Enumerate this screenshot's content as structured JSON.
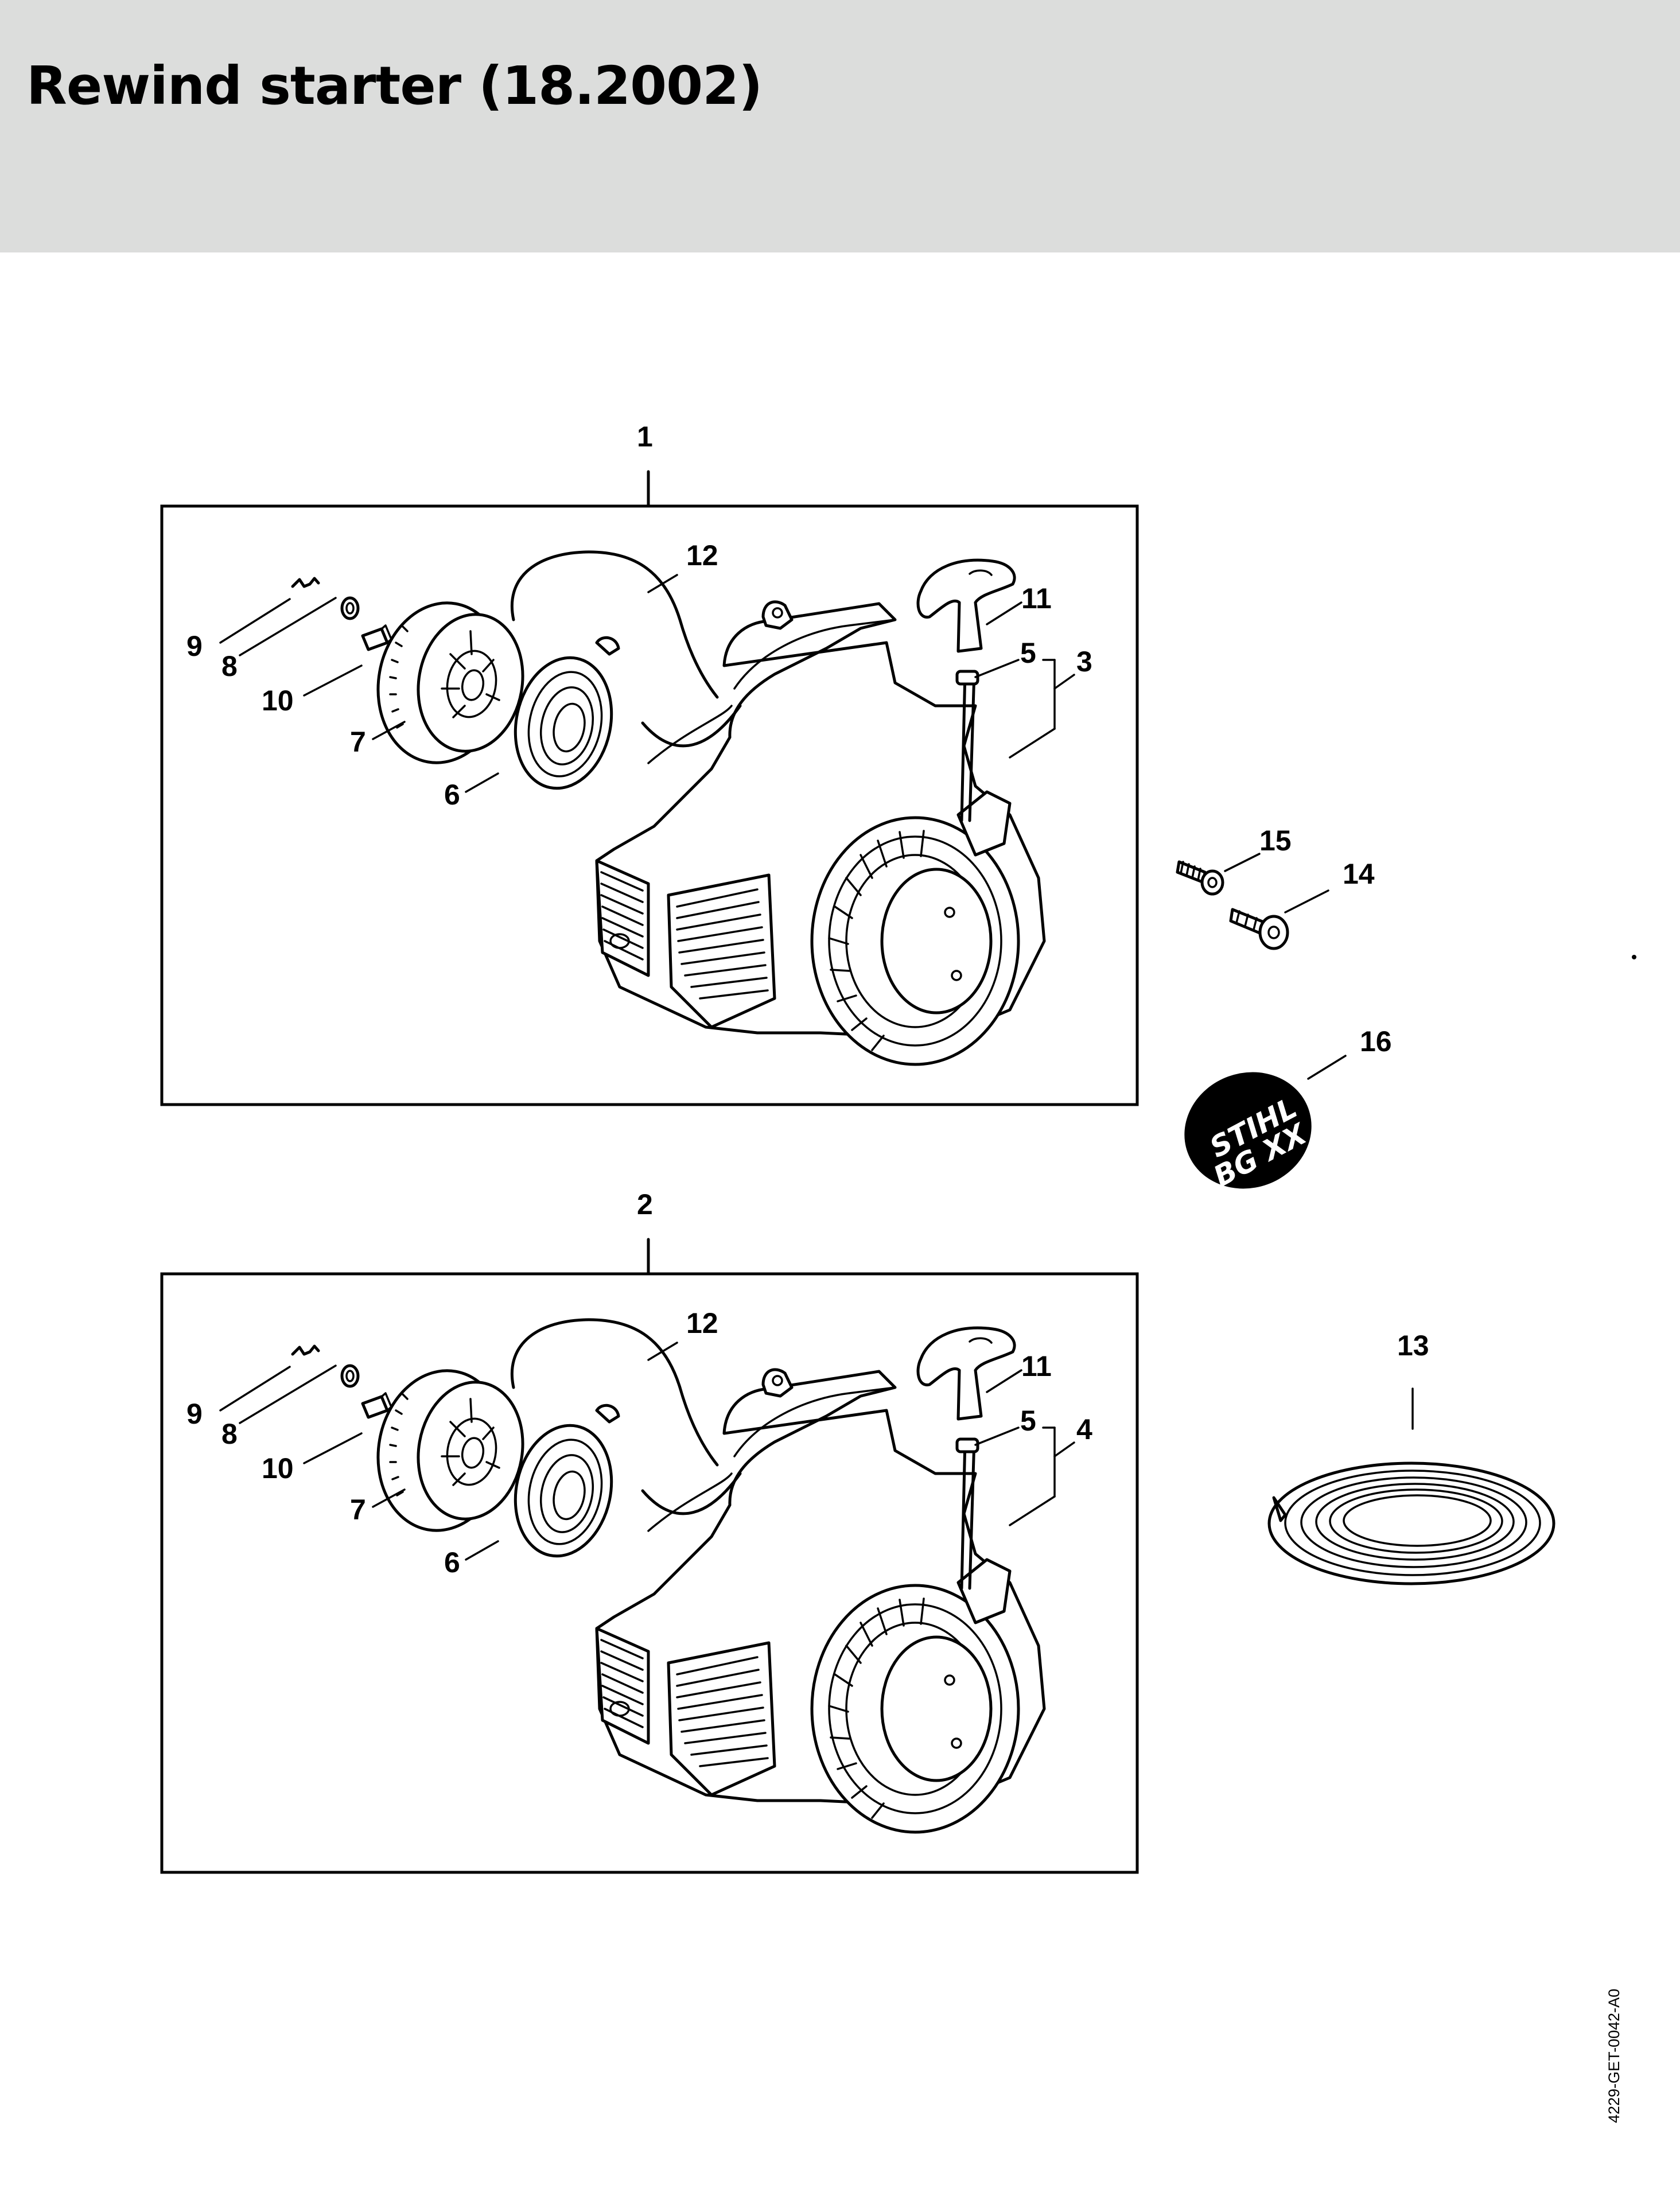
{
  "header": {
    "title": "Rewind starter (18.2002)"
  },
  "assemblies": [
    {
      "label": "1",
      "callouts": [
        "12",
        "11",
        "5",
        "3",
        "9",
        "8",
        "10",
        "7",
        "6"
      ]
    },
    {
      "label": "2",
      "callouts": [
        "12",
        "11",
        "5",
        "4",
        "9",
        "8",
        "10",
        "7",
        "6"
      ]
    }
  ],
  "loose_parts": [
    {
      "label": "15"
    },
    {
      "label": "14"
    },
    {
      "label": "16",
      "badge_text": [
        "STIHL",
        "BG XX"
      ]
    },
    {
      "label": "13"
    }
  ],
  "document_id": "4229-GET-0042-A0",
  "colors": {
    "header_background": "#dcdddc",
    "line": "#000000",
    "background": "#ffffff"
  }
}
